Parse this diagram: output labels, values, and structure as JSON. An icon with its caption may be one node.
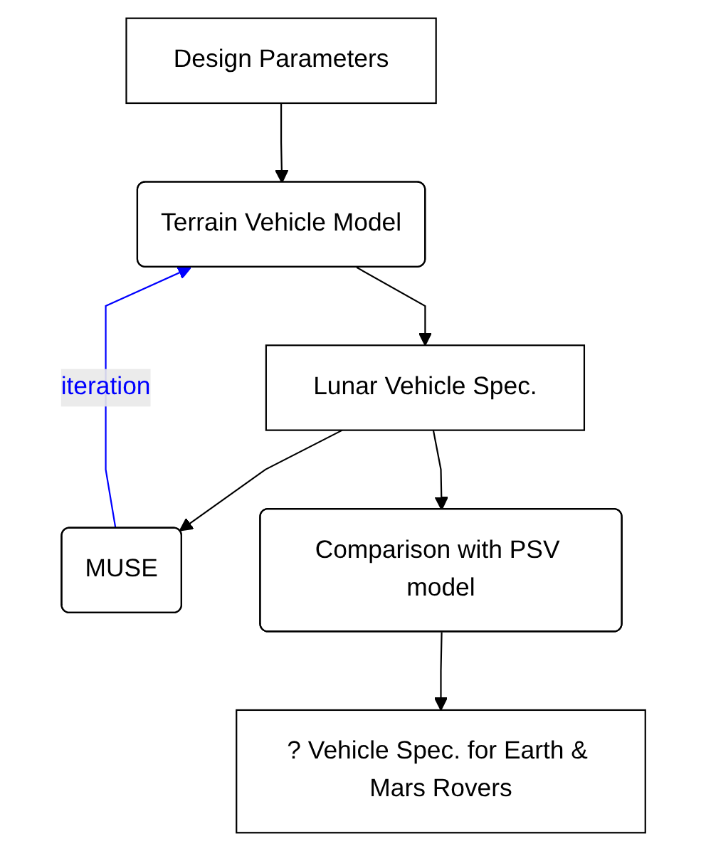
{
  "diagram": {
    "nodes": [
      {
        "text": [
          "Design Parameters"
        ]
      },
      {
        "text": [
          "Terrain Vehicle Model"
        ]
      },
      {
        "text": [
          "Lunar Vehicle Spec."
        ]
      },
      {
        "text": [
          "MUSE"
        ]
      },
      {
        "text": [
          "Comparison with PSV model"
        ]
      },
      {
        "text": [
          "? Vehicle Spec. for Earth & Mars Rovers"
        ]
      }
    ],
    "edges": [
      {
        "from": 0,
        "to": 1,
        "arrow": "to"
      },
      {
        "from": 1,
        "to": 2,
        "arrow": "to"
      },
      {
        "from": 2,
        "to": 3,
        "arrow": "to"
      },
      {
        "from": 3,
        "to": 1,
        "arrow": "to",
        "label": "iteration",
        "color": "#0000ff"
      },
      {
        "from": 2,
        "to": 4,
        "arrow": "to"
      },
      {
        "from": 4,
        "to": 5,
        "arrow": "to"
      }
    ]
  }
}
